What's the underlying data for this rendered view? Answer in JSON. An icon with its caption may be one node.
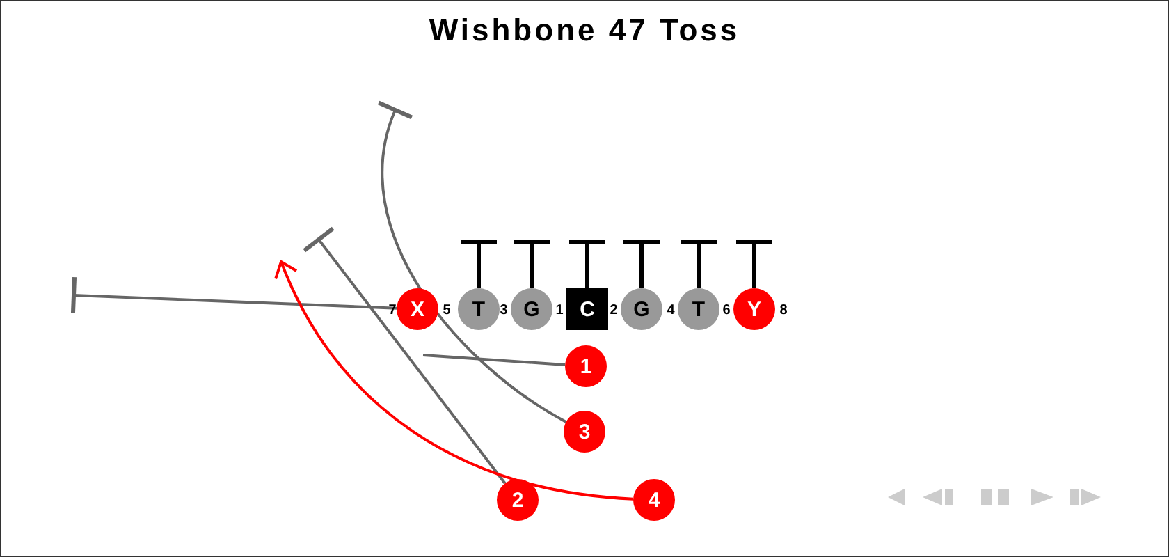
{
  "diagram": {
    "title": "Wishbone 47 Toss",
    "nodes": [
      {
        "text": [
          "X"
        ]
      },
      {
        "text": [
          "T"
        ]
      },
      {
        "text": [
          "G"
        ]
      },
      {
        "text": [
          "C"
        ]
      },
      {
        "text": [
          "G"
        ]
      },
      {
        "text": [
          "T"
        ]
      },
      {
        "text": [
          "Y"
        ]
      },
      {
        "text": [
          "1"
        ]
      },
      {
        "text": [
          "3"
        ]
      },
      {
        "text": [
          "2"
        ]
      },
      {
        "text": [
          "4"
        ]
      }
    ],
    "edges": [
      {
        "from": 0,
        "to": null,
        "arrow": "other",
        "color": "#666666"
      },
      {
        "from": 1,
        "to": null,
        "arrow": "other"
      },
      {
        "from": 2,
        "to": null,
        "arrow": "other"
      },
      {
        "from": 3,
        "to": null,
        "arrow": "other"
      },
      {
        "from": 4,
        "to": null,
        "arrow": "other"
      },
      {
        "from": 5,
        "to": null,
        "arrow": "other"
      },
      {
        "from": 6,
        "to": null,
        "arrow": "other"
      },
      {
        "from": 7,
        "to": null,
        "arrow": "none",
        "color": "#666666"
      },
      {
        "from": 8,
        "to": null,
        "arrow": "other",
        "color": "#666666"
      },
      {
        "from": 9,
        "to": null,
        "arrow": "other",
        "color": "#666666"
      },
      {
        "from": 10,
        "to": null,
        "arrow": "to",
        "color": "#ff0000"
      }
    ],
    "labels": [
      "7",
      "5",
      "3",
      "1",
      "2",
      "4",
      "6",
      "8"
    ]
  }
}
